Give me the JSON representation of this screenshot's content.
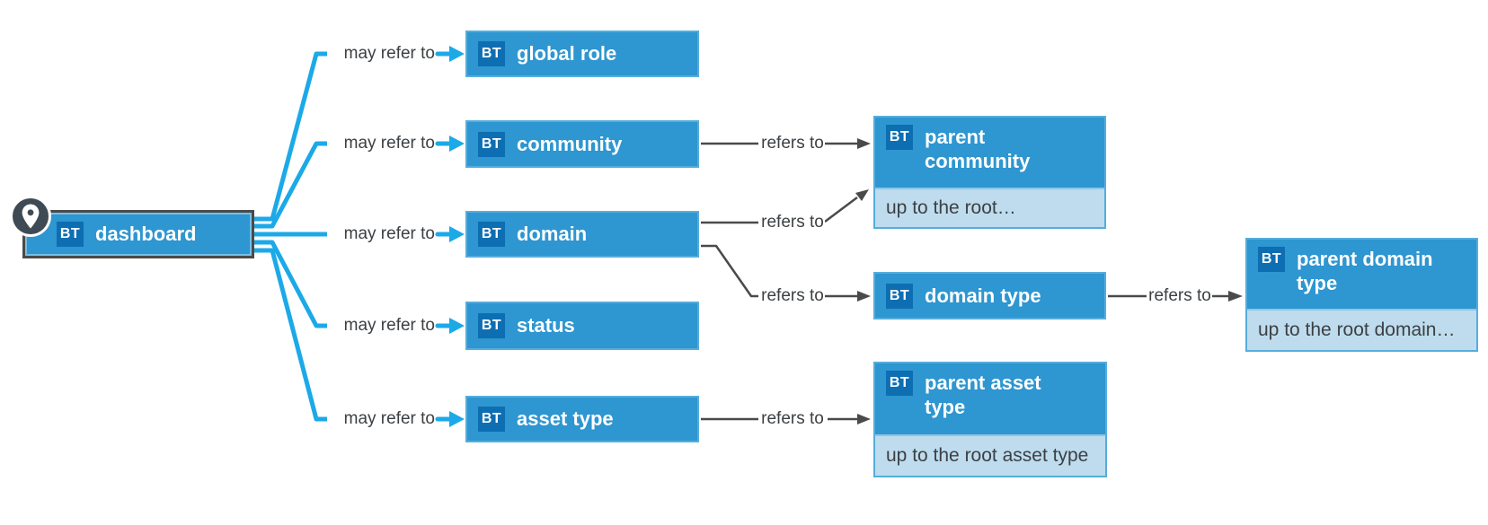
{
  "colors": {
    "node_fill": "#2E96D0",
    "node_border": "#55ADDC",
    "badge_fill": "#0E6EB2",
    "note_fill": "#BEDCEE",
    "note_divider": "#8CC6E6",
    "connector_blue": "#1CA9E8",
    "connector_gray": "#4A4A4A",
    "dashboard_border": "#4A4A4A",
    "pin_fill": "#3E4A54",
    "label_text": "#FFFFFF",
    "relation_text": "#3C4043"
  },
  "nodes": {
    "dashboard": {
      "badge": "BT",
      "label": "dashboard"
    },
    "global_role": {
      "badge": "BT",
      "label": "global role"
    },
    "community": {
      "badge": "BT",
      "label": "community"
    },
    "domain": {
      "badge": "BT",
      "label": "domain"
    },
    "status": {
      "badge": "BT",
      "label": "status"
    },
    "asset_type": {
      "badge": "BT",
      "label": "asset type"
    },
    "parent_community": {
      "badge": "BT",
      "label": "parent community",
      "note": "up to the root…"
    },
    "domain_type": {
      "badge": "BT",
      "label": "domain type"
    },
    "parent_domain_type": {
      "badge": "BT",
      "label": "parent domain type",
      "note": "up to the root domain…"
    },
    "parent_asset_type": {
      "badge": "BT",
      "label": "parent asset type",
      "note": "up to the root asset type"
    }
  },
  "edges": [
    {
      "from": "dashboard",
      "to": "global_role",
      "label": "may refer to"
    },
    {
      "from": "dashboard",
      "to": "community",
      "label": "may refer to"
    },
    {
      "from": "dashboard",
      "to": "domain",
      "label": "may refer to"
    },
    {
      "from": "dashboard",
      "to": "status",
      "label": "may refer to"
    },
    {
      "from": "dashboard",
      "to": "asset_type",
      "label": "may refer to"
    },
    {
      "from": "community",
      "to": "parent_community",
      "label": "refers to"
    },
    {
      "from": "domain",
      "to": "parent_community",
      "label": "refers to"
    },
    {
      "from": "domain",
      "to": "domain_type",
      "label": "refers to"
    },
    {
      "from": "domain_type",
      "to": "parent_domain_type",
      "label": "refers to"
    },
    {
      "from": "asset_type",
      "to": "parent_asset_type",
      "label": "refers to"
    }
  ]
}
